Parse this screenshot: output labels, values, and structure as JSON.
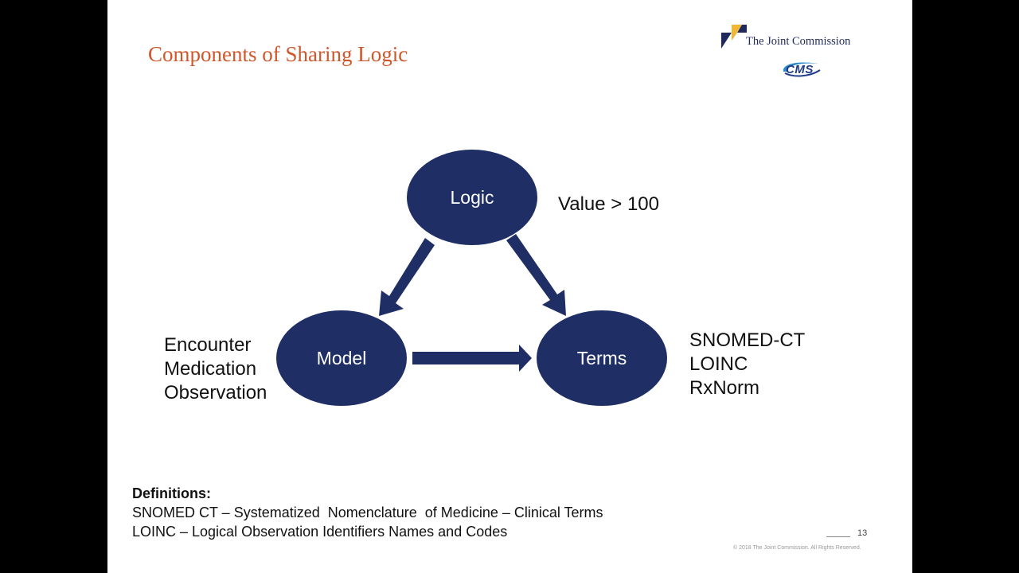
{
  "slide": {
    "title": "Components of Sharing Logic",
    "logos": {
      "joint_commission": "The Joint Commission",
      "cms": "CMS"
    },
    "nodes": {
      "logic": "Logic",
      "model": "Model",
      "terms": "Terms"
    },
    "annotations": {
      "logic": "Value > 100",
      "model": [
        "Encounter",
        "Medication",
        "Observation"
      ],
      "terms": [
        "SNOMED-CT",
        "LOINC",
        "RxNorm"
      ]
    },
    "definitions": {
      "heading": "Definitions:",
      "lines": [
        "SNOMED CT – Systematized  Nomenclature  of Medicine – Clinical Terms",
        "LOINC – Logical Observation Identifiers Names and Codes"
      ]
    },
    "page_number": "13",
    "copyright": "© 2018 The Joint Commission.  All Rights Reserved."
  },
  "colors": {
    "title": "#d0572b",
    "node_fill": "#1f2f66",
    "arrow_fill": "#1f2f66",
    "logo_navy": "#1f2a5a",
    "logo_gold": "#f2b632"
  }
}
